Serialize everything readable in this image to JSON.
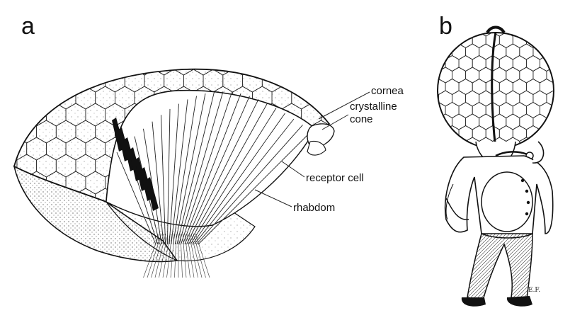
{
  "panels": {
    "a": {
      "letter": "a"
    },
    "b": {
      "letter": "b",
      "signature": "E.F."
    }
  },
  "labels": {
    "cornea": "cornea",
    "crystalline_line1": "crystalline",
    "crystalline_line2": "cone",
    "receptor_cell": "receptor cell",
    "rhabdom": "rhabdom"
  }
}
